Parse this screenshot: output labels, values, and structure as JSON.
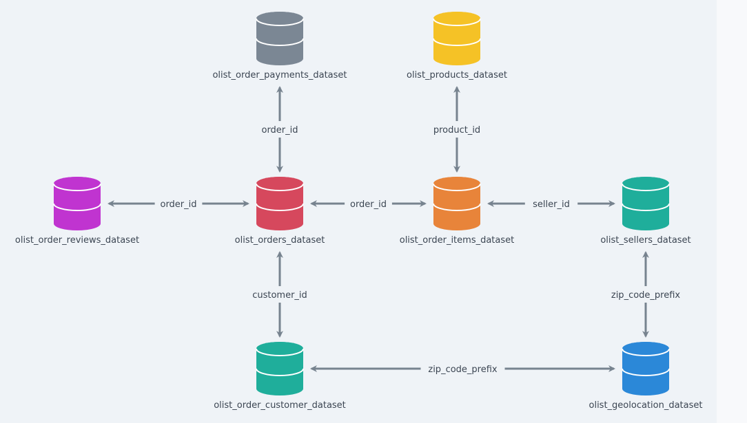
{
  "diagram": {
    "title": "Olist e-commerce dataset schema",
    "colors": {
      "background": "#eff3f7",
      "right_strip": "#f8f9fb",
      "arrow": "#77838f",
      "text": "#3b4552"
    },
    "nodes": [
      {
        "id": "payments",
        "label": "olist_order_payments_dataset",
        "color": "#7b8794"
      },
      {
        "id": "products",
        "label": "olist_products_dataset",
        "color": "#f5c226"
      },
      {
        "id": "reviews",
        "label": "olist_order_reviews_dataset",
        "color": "#c034d0"
      },
      {
        "id": "orders",
        "label": "olist_orders_dataset",
        "color": "#d6485d"
      },
      {
        "id": "items",
        "label": "olist_order_items_dataset",
        "color": "#e8843a"
      },
      {
        "id": "sellers",
        "label": "olist_sellers_dataset",
        "color": "#1fae9b"
      },
      {
        "id": "customers",
        "label": "olist_order_customer_dataset",
        "color": "#1fae9b"
      },
      {
        "id": "geolocation",
        "label": "olist_geolocation_dataset",
        "color": "#2b88d8"
      }
    ],
    "edges": [
      {
        "from": "payments",
        "to": "orders",
        "label": "order_id",
        "direction": "both"
      },
      {
        "from": "products",
        "to": "items",
        "label": "product_id",
        "direction": "both"
      },
      {
        "from": "reviews",
        "to": "orders",
        "label": "order_id",
        "direction": "both"
      },
      {
        "from": "orders",
        "to": "items",
        "label": "order_id",
        "direction": "both"
      },
      {
        "from": "items",
        "to": "sellers",
        "label": "seller_id",
        "direction": "both"
      },
      {
        "from": "orders",
        "to": "customers",
        "label": "customer_id",
        "direction": "both"
      },
      {
        "from": "sellers",
        "to": "geolocation",
        "label": "zip_code_prefix",
        "direction": "both"
      },
      {
        "from": "customers",
        "to": "geolocation",
        "label": "zip_code_prefix",
        "direction": "both"
      }
    ]
  }
}
